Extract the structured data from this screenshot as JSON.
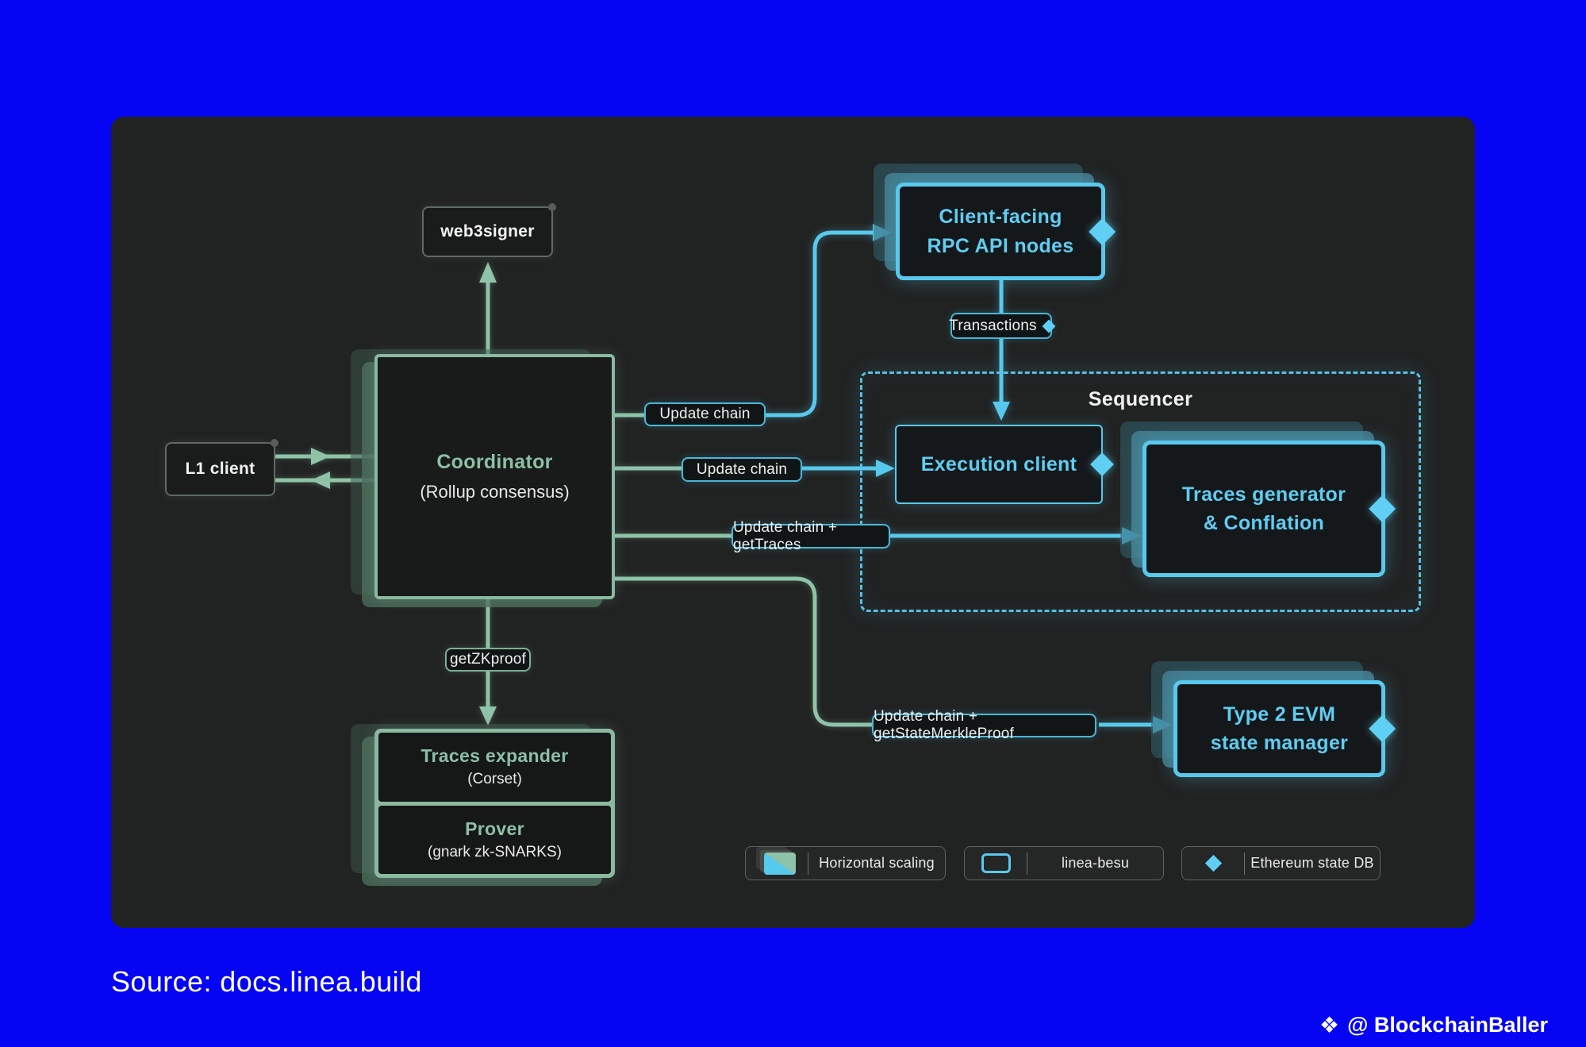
{
  "page": {
    "source": "Source: docs.linea.build",
    "credit_handle": "@ BlockchainBaller",
    "credit_icon": "❖"
  },
  "colors": {
    "background_blue": "#0505f4",
    "panel_dark": "#212222",
    "accent_cyan": "#58c9ed",
    "accent_green": "#8fc3a9"
  },
  "diagram": {
    "nodes": {
      "web3signer": {
        "title": "web3signer"
      },
      "l1_client": {
        "title": "L1 client"
      },
      "coordinator": {
        "title": "Coordinator",
        "subtitle": "(Rollup consensus)"
      },
      "rpc": {
        "line1": "Client-facing",
        "line2": "RPC API nodes"
      },
      "sequencer": {
        "title": "Sequencer"
      },
      "execution": {
        "title": "Execution client"
      },
      "traces_generator": {
        "line1": "Traces generator",
        "line2": "& Conflation"
      },
      "type2_evm": {
        "line1": "Type 2 EVM",
        "line2": "state manager"
      },
      "traces_expander": {
        "title": "Traces expander",
        "subtitle": "(Corset)"
      },
      "prover": {
        "title": "Prover",
        "subtitle": "(gnark zk-SNARKS)"
      }
    },
    "edge_labels": {
      "update_chain_1": "Update chain",
      "update_chain_2": "Update chain",
      "transactions": "Transactions",
      "update_chain_gettraces": "Update chain + getTraces",
      "getzkproof": "getZKproof",
      "update_chain_getstatemerkleproof": "Update chain + getStateMerkleProof"
    },
    "legend": [
      {
        "icon": "horizontal-scaling-icon",
        "label": "Horizontal scaling"
      },
      {
        "icon": "linea-besu-icon",
        "label": "linea-besu"
      },
      {
        "icon": "ethereum-state-db-icon",
        "label": "Ethereum state DB"
      }
    ]
  }
}
